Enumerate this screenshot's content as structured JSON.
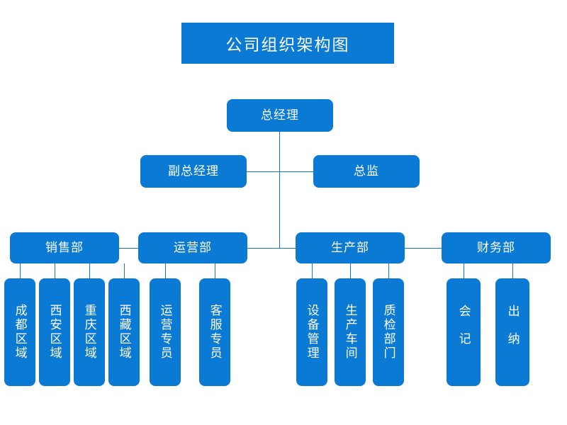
{
  "page": {
    "title": "公司组织架构图",
    "background_color": "#ffffff",
    "accent_color": "#0b7ad5",
    "line_color": "#1179d4",
    "text_color": "#ffffff"
  },
  "chart_data": {
    "type": "diagram",
    "diagram_kind": "organization-chart",
    "title": "公司组织架构图",
    "orientation": "top-down",
    "levels": 3,
    "nodes": [
      {
        "id": "gm",
        "label": "总经理",
        "level": 0,
        "parent": null,
        "text_direction": "horizontal"
      },
      {
        "id": "deputy-gm",
        "label": "副总经理",
        "level": 1,
        "parent": "gm",
        "text_direction": "horizontal"
      },
      {
        "id": "director",
        "label": "总监",
        "level": 1,
        "parent": "gm",
        "text_direction": "horizontal"
      },
      {
        "id": "sales",
        "label": "销售部",
        "level": 2,
        "parent": "gm",
        "text_direction": "horizontal"
      },
      {
        "id": "ops",
        "label": "运营部",
        "level": 2,
        "parent": "gm",
        "text_direction": "horizontal"
      },
      {
        "id": "prod",
        "label": "生产部",
        "level": 2,
        "parent": "gm",
        "text_direction": "horizontal"
      },
      {
        "id": "fin",
        "label": "财务部",
        "level": 2,
        "parent": "gm",
        "text_direction": "horizontal"
      },
      {
        "id": "chengdu",
        "label": "成都区域",
        "level": 3,
        "parent": "sales",
        "text_direction": "vertical"
      },
      {
        "id": "xian",
        "label": "西安区域",
        "level": 3,
        "parent": "sales",
        "text_direction": "vertical"
      },
      {
        "id": "chongqing",
        "label": "重庆区域",
        "level": 3,
        "parent": "sales",
        "text_direction": "vertical"
      },
      {
        "id": "tibet",
        "label": "西藏区域",
        "level": 3,
        "parent": "sales",
        "text_direction": "vertical"
      },
      {
        "id": "ops-spec",
        "label": "运营专员",
        "level": 3,
        "parent": "ops",
        "text_direction": "vertical"
      },
      {
        "id": "cs-spec",
        "label": "客服专员",
        "level": 3,
        "parent": "ops",
        "text_direction": "vertical"
      },
      {
        "id": "equip",
        "label": "设备管理",
        "level": 3,
        "parent": "prod",
        "text_direction": "vertical"
      },
      {
        "id": "workshop",
        "label": "生产车间",
        "level": 3,
        "parent": "prod",
        "text_direction": "vertical"
      },
      {
        "id": "qc",
        "label": "质检部门",
        "level": 3,
        "parent": "prod",
        "text_direction": "vertical"
      },
      {
        "id": "acct",
        "label": "会记",
        "level": 3,
        "parent": "fin",
        "text_direction": "vertical"
      },
      {
        "id": "cashier",
        "label": "出纳",
        "level": 3,
        "parent": "fin",
        "text_direction": "vertical"
      }
    ]
  },
  "top": {
    "general_manager": "总经理",
    "deputy_general_manager": "副总经理",
    "director": "总监"
  },
  "departments": {
    "sales": "销售部",
    "operations": "运营部",
    "production": "生产部",
    "finance": "财务部"
  },
  "sales_units": {
    "chengdu": "成都区域",
    "xian": "西安区域",
    "chongqing": "重庆区域",
    "tibet": "西藏区域"
  },
  "operations_units": {
    "ops_specialist": "运营专员",
    "cs_specialist": "客服专员"
  },
  "production_units": {
    "equipment": "设备管理",
    "workshop": "生产车间",
    "quality": "质检部门"
  },
  "finance_units": {
    "accountant": "会记",
    "cashier": "出纳"
  }
}
